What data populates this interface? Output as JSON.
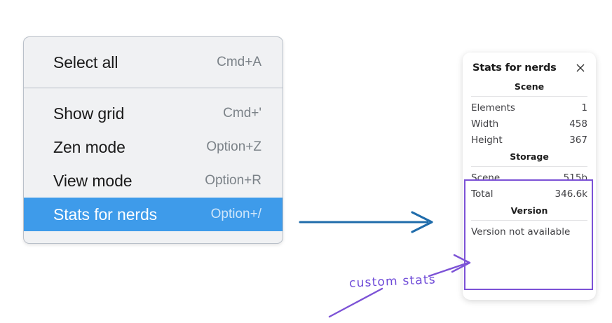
{
  "context_menu": {
    "groups": [
      {
        "items": [
          {
            "label": "Select all",
            "shortcut": "Cmd+A",
            "selected": false
          }
        ]
      },
      {
        "items": [
          {
            "label": "Show grid",
            "shortcut": "Cmd+'",
            "selected": false
          },
          {
            "label": "Zen mode",
            "shortcut": "Option+Z",
            "selected": false
          },
          {
            "label": "View mode",
            "shortcut": "Option+R",
            "selected": false
          },
          {
            "label": "Stats for nerds",
            "shortcut": "Option+/",
            "selected": true
          }
        ]
      }
    ],
    "highlight_color": "#3e9bea"
  },
  "stats_panel": {
    "title": "Stats for nerds",
    "close_icon": "close-icon",
    "sections": [
      {
        "heading": "Scene",
        "rows": [
          {
            "key": "Elements",
            "value": "1"
          },
          {
            "key": "Width",
            "value": "458"
          },
          {
            "key": "Height",
            "value": "367"
          }
        ]
      },
      {
        "heading": "Storage",
        "rows": [
          {
            "key": "Scene",
            "value": "515b"
          },
          {
            "key": "Total",
            "value": "346.6k"
          }
        ]
      },
      {
        "heading": "Version",
        "text": "Version not available"
      }
    ],
    "highlight_box_color": "#7c52d6"
  },
  "annotations": {
    "handwritten_note": "custom stats",
    "note_color": "#6f4bd8",
    "blue_arrow_color": "#1f6cab",
    "purple_arrow_color": "#7c52d6"
  }
}
